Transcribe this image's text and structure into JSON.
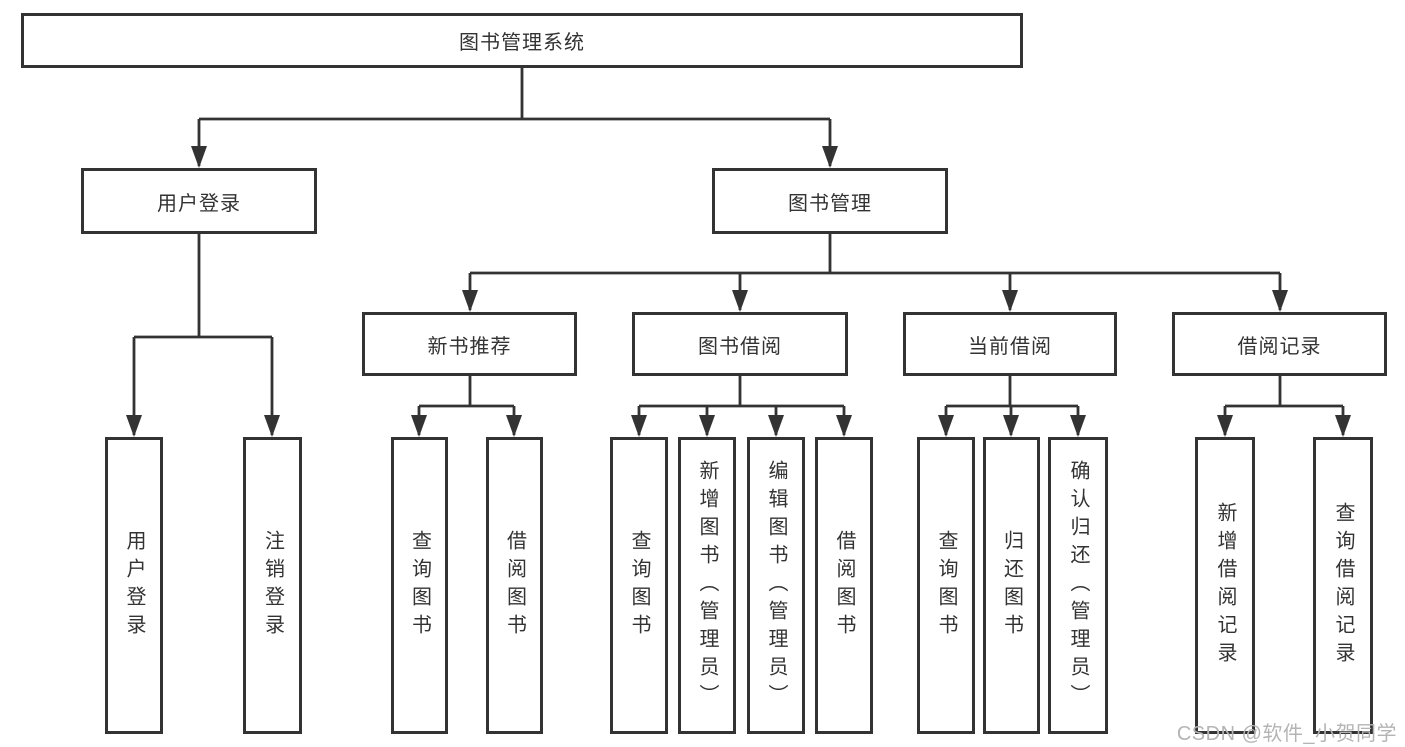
{
  "diagram": {
    "title": "图书管理系统",
    "type": "hierarchy-tree",
    "root": {
      "label": "图书管理系统"
    },
    "level2": [
      {
        "label": "用户登录",
        "parent": "图书管理系统"
      },
      {
        "label": "图书管理",
        "parent": "图书管理系统"
      }
    ],
    "level3": [
      {
        "label": "新书推荐",
        "parent": "图书管理"
      },
      {
        "label": "图书借阅",
        "parent": "图书管理"
      },
      {
        "label": "当前借阅",
        "parent": "图书管理"
      },
      {
        "label": "借阅记录",
        "parent": "图书管理"
      }
    ],
    "leaves": [
      {
        "label": "用户登录",
        "parent": "用户登录"
      },
      {
        "label": "注销登录",
        "parent": "用户登录"
      },
      {
        "label": "查询图书",
        "parent": "新书推荐"
      },
      {
        "label": "借阅图书",
        "parent": "新书推荐"
      },
      {
        "label": "查询图书",
        "parent": "图书借阅"
      },
      {
        "label": "新增图书（管理员）",
        "parent": "图书借阅"
      },
      {
        "label": "编辑图书（管理员）",
        "parent": "图书借阅"
      },
      {
        "label": "借阅图书",
        "parent": "图书借阅"
      },
      {
        "label": "查询图书",
        "parent": "当前借阅"
      },
      {
        "label": "归还图书",
        "parent": "当前借阅"
      },
      {
        "label": "确认归还（管理员）",
        "parent": "当前借阅"
      },
      {
        "label": "新增借阅记录",
        "parent": "借阅记录"
      },
      {
        "label": "查询借阅记录",
        "parent": "借阅记录"
      }
    ]
  },
  "colors": {
    "line": "#333333",
    "text": "#333333",
    "box_bg": "#ffffff",
    "background": "#ffffff",
    "watermark": "#b4b4b4"
  },
  "watermark": {
    "text": "CSDN @软件_小贺同学"
  }
}
